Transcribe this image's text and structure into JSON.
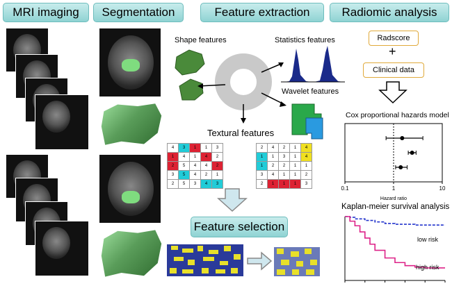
{
  "headers": {
    "mri": "MRI imaging",
    "seg": "Segmentation",
    "feat": "Feature extraction",
    "radio": "Radiomic analysis"
  },
  "features": {
    "shape": "Shape features",
    "stats": "Statistics features",
    "wavelet": "Wavelet features",
    "textural": "Textural features",
    "selection": "Feature selection"
  },
  "radiomic": {
    "radscore": "Radscore",
    "plus": "+",
    "clinical": "Clinical data",
    "cox_title": "Cox proportional hazards model",
    "km_title": "Kaplan-meier survival analysis",
    "low_risk": "low risk",
    "high_risk": "high risk"
  },
  "chart_data": [
    {
      "type": "scatter",
      "title": "Cox proportional hazards model",
      "xlabel": "Hazard ratio",
      "xscale": "log",
      "xlim": [
        0.1,
        10
      ],
      "xticks": [
        "0.1",
        "1",
        "10"
      ],
      "reference_line": 1,
      "points": [
        {
          "hr": 1.5,
          "ci": [
            0.7,
            4.0
          ]
        },
        {
          "hr": 2.4,
          "ci": [
            2.0,
            2.9
          ]
        },
        {
          "hr": 1.4,
          "ci": [
            1.1,
            1.9
          ]
        }
      ]
    },
    {
      "type": "line",
      "title": "Kaplan-meier survival analysis",
      "series": [
        {
          "name": "low risk",
          "color": "#2233cc",
          "dash": true,
          "x": [
            0,
            5,
            10,
            20,
            30,
            40,
            50,
            60,
            70,
            80,
            90,
            100
          ],
          "y": [
            1.0,
            0.99,
            0.97,
            0.95,
            0.93,
            0.91,
            0.9,
            0.9,
            0.89,
            0.89,
            0.89,
            0.89
          ]
        },
        {
          "name": "high risk",
          "color": "#dd2288",
          "dash": false,
          "x": [
            0,
            5,
            10,
            15,
            20,
            25,
            30,
            40,
            50,
            60,
            70,
            80,
            90,
            100
          ],
          "y": [
            1.0,
            0.94,
            0.88,
            0.8,
            0.72,
            0.64,
            0.56,
            0.46,
            0.4,
            0.36,
            0.34,
            0.33,
            0.33,
            0.33
          ]
        }
      ]
    }
  ],
  "colors": {
    "header": "#8fd3d3",
    "accent": "#e0a93a",
    "arrow_fill": "#cfe7ee"
  },
  "texture_grid_a": [
    [
      "4",
      "3",
      "1",
      "1",
      "3"
    ],
    [
      "1",
      "4",
      "1",
      "4",
      "2"
    ],
    [
      "2",
      "5",
      "4",
      "4",
      "2"
    ],
    [
      "3",
      "5",
      "4",
      "2",
      "1"
    ],
    [
      "2",
      "5",
      "3",
      "4",
      "3"
    ]
  ],
  "texture_grid_b": [
    [
      "2",
      "4",
      "2",
      "1",
      "4"
    ],
    [
      "1",
      "1",
      "3",
      "1",
      "4"
    ],
    [
      "1",
      "2",
      "2",
      "1",
      "1"
    ],
    [
      "3",
      "4",
      "1",
      "1",
      "2"
    ],
    [
      "2",
      "1",
      "1",
      "1",
      "3"
    ]
  ]
}
